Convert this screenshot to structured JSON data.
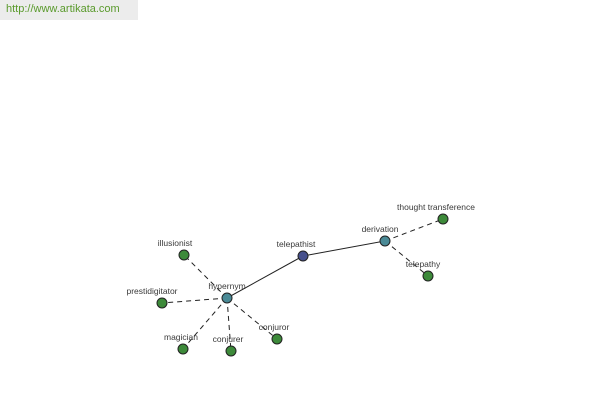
{
  "header": {
    "url": "http://www.artikata.com"
  },
  "colors": {
    "center": "#46508c",
    "relation": "#4a8a96",
    "leaf": "#3d8a3a",
    "url_text": "#5a9a2c"
  },
  "graph": {
    "nodes": [
      {
        "id": "telepathist",
        "label": "telepathist",
        "kind": "center"
      },
      {
        "id": "hypernym",
        "label": "hypernym",
        "kind": "relation"
      },
      {
        "id": "derivation",
        "label": "derivation",
        "kind": "relation"
      },
      {
        "id": "illusionist",
        "label": "illusionist",
        "kind": "leaf"
      },
      {
        "id": "prestidigitator",
        "label": "prestidigitator",
        "kind": "leaf"
      },
      {
        "id": "magician",
        "label": "magician",
        "kind": "leaf"
      },
      {
        "id": "conjurer",
        "label": "conjurer",
        "kind": "leaf"
      },
      {
        "id": "conjuror",
        "label": "conjuror",
        "kind": "leaf"
      },
      {
        "id": "thought-transference",
        "label": "thought transference",
        "kind": "leaf"
      },
      {
        "id": "telepathy",
        "label": "telepathy",
        "kind": "leaf"
      }
    ],
    "edges": [
      {
        "from": "telepathist",
        "to": "hypernym",
        "style": "solid"
      },
      {
        "from": "telepathist",
        "to": "derivation",
        "style": "solid"
      },
      {
        "from": "hypernym",
        "to": "illusionist",
        "style": "dashed"
      },
      {
        "from": "hypernym",
        "to": "prestidigitator",
        "style": "dashed"
      },
      {
        "from": "hypernym",
        "to": "magician",
        "style": "dashed"
      },
      {
        "from": "hypernym",
        "to": "conjurer",
        "style": "dashed"
      },
      {
        "from": "hypernym",
        "to": "conjuror",
        "style": "dashed"
      },
      {
        "from": "derivation",
        "to": "thought-transference",
        "style": "dashed"
      },
      {
        "from": "derivation",
        "to": "telepathy",
        "style": "dashed"
      }
    ]
  }
}
